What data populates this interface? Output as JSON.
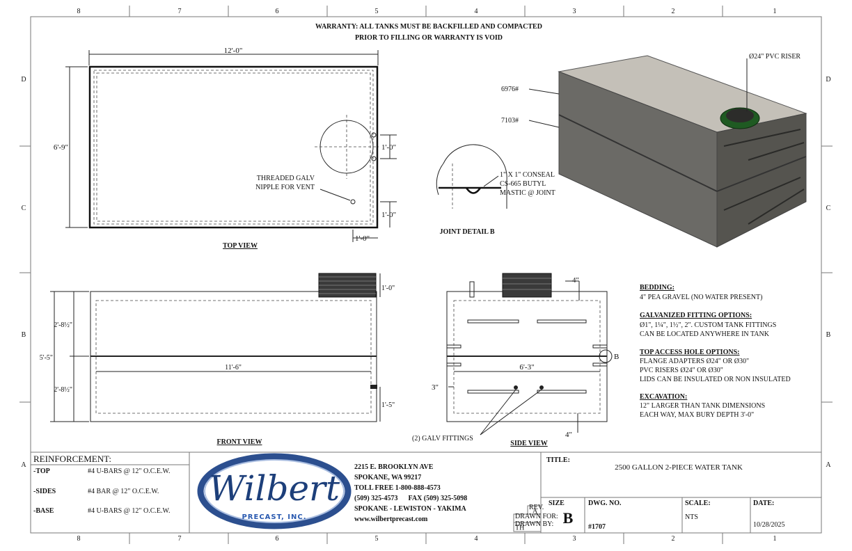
{
  "border": {
    "columns": [
      "8",
      "7",
      "6",
      "5",
      "4",
      "3",
      "2",
      "1"
    ],
    "rows": [
      "D",
      "C",
      "B",
      "A"
    ]
  },
  "warranty": [
    "WARRANTY: ALL TANKS MUST BE BACKFILLED AND COMPACTED",
    "PRIOR TO FILLING OR WARRANTY IS VOID"
  ],
  "top_view": {
    "title": "TOP VIEW",
    "length": "12'-0\"",
    "width": "6'-9\"",
    "dim_a": "1'-0\"",
    "dim_b": "1'-0\"",
    "dim_c": "1'-0\"",
    "vent_label": [
      "THREADED GALV",
      "NIPPLE FOR VENT"
    ]
  },
  "joint_detail": {
    "title": "JOINT DETAIL B",
    "label": [
      "1\" X 1\" CONSEAL",
      "CS-665 BUTYL",
      "MASTIC @ JOINT"
    ]
  },
  "iso_view": {
    "riser_label": "Ø24\" PVC RISER",
    "weight_top": "6976#",
    "weight_bottom": "7103#",
    "colors": {
      "top": "#c4c0b8",
      "front": "#6b6a66",
      "side": "#4e4d4a",
      "riser": "#1f5a22"
    }
  },
  "front_view": {
    "title": "FRONT VIEW",
    "height_total": "5'-5\"",
    "height_top": "2'-8½\"",
    "height_bottom": "2'-8½\"",
    "inner_length": "11'-6\"",
    "riser_height": "1'-0\"",
    "fitting_height": "1'-5\""
  },
  "side_view": {
    "title": "SIDE VIEW",
    "top_offset": "4\"",
    "inner_width": "6'-3\"",
    "wall": "3\"",
    "bottom_offset": "4\"",
    "detail_callout": "B",
    "fittings_label": "(2) GALV FITTINGS"
  },
  "notes": [
    {
      "heading": "BEDDING:",
      "lines": [
        "4\" PEA GRAVEL (NO WATER PRESENT)"
      ]
    },
    {
      "heading": "GALVANIZED FITTING OPTIONS:",
      "lines": [
        "Ø1\", 1¼\", 1½\", 2\".  CUSTOM TANK FITTINGS",
        "CAN BE LOCATED ANYWHERE IN TANK"
      ]
    },
    {
      "heading": "TOP ACCESS HOLE OPTIONS:",
      "lines": [
        "FLANGE ADAPTERS Ø24\" OR Ø30\"",
        "PVC RISERS Ø24\" OR Ø30\"",
        "LIDS CAN BE INSULATED OR NON INSULATED"
      ]
    },
    {
      "heading": "EXCAVATION:",
      "lines": [
        "12\" LARGER THAN TANK DIMENSIONS",
        "EACH WAY, MAX BURY DEPTH 3'-0\""
      ]
    }
  ],
  "reinforcement": {
    "heading": "REINFORCEMENT:",
    "rows": [
      {
        "part": "-TOP",
        "spec": "#4 U-BARS @ 12\" O.C.E.W."
      },
      {
        "part": "-SIDES",
        "spec": "#4 BAR @ 12\" O.C.E.W."
      },
      {
        "part": "-BASE",
        "spec": "#4 U-BARS @ 12\" O.C.E.W."
      }
    ]
  },
  "logo": {
    "name": "Wilbert",
    "sub": "PRECAST, INC.",
    "colors": {
      "blue": "#1d3f7a",
      "light": "#5b7fbf"
    }
  },
  "company": {
    "lines": [
      "2215 E. BROOKLYN AVE",
      "SPOKANE, WA 99217",
      "TOLL FREE 1-800-888-4573",
      "(509) 325-4573      FAX (509) 325-5098",
      "SPOKANE - LEWISTON - YAKIMA",
      "www.wilbertprecast.com"
    ],
    "rev_label": "REV.",
    "rev_value": "A",
    "drawn_for": "DRAWN FOR:",
    "drawn_by": "DRAWN BY:",
    "drawn_by_value": "TH"
  },
  "title_block": {
    "title_label": "TITLE:",
    "title": "2500 GALLON 2-PIECE WATER TANK",
    "size_label": "SIZE",
    "size": "B",
    "dwg_label": "DWG.  NO.",
    "dwg": "#1707",
    "scale_label": "SCALE:",
    "scale": "NTS",
    "date_label": "DATE:",
    "date": "10/28/2025"
  }
}
